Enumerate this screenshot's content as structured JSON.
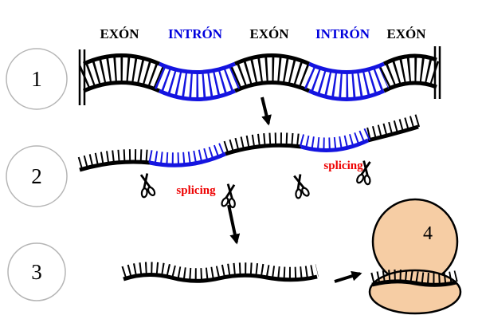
{
  "top_labels": [
    {
      "text": "EXÓN",
      "color": "#000000"
    },
    {
      "text": "INTRÓN",
      "color": "#0000dd"
    },
    {
      "text": "EXÓN",
      "color": "#000000"
    },
    {
      "text": "INTRÓN",
      "color": "#0000dd"
    },
    {
      "text": "EXÓN",
      "color": "#000000"
    }
  ],
  "steps": [
    {
      "label": "1"
    },
    {
      "label": "2"
    },
    {
      "label": "3"
    },
    {
      "label": "4"
    }
  ],
  "annotations": {
    "splicing_1": "splicing",
    "splicing_2": "splicing"
  },
  "icons": {
    "scissors": "✂"
  },
  "colors": {
    "exon": "#000000",
    "intron": "#1414e0",
    "splicing_text": "#ee0000",
    "ribosome_fill": "#f6cda4",
    "ribosome_outline": "#000000",
    "step_circle_outline": "#b5b5b5"
  }
}
